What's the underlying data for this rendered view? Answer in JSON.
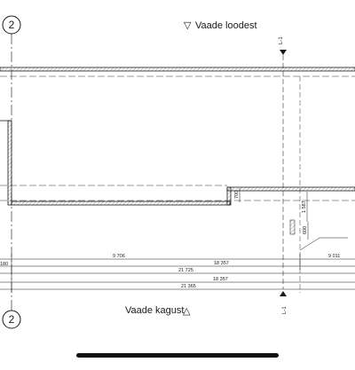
{
  "drawing": {
    "grid_axis": "2",
    "view_top": "Vaade loodest",
    "view_bottom": "Vaade kagust",
    "view_top_symbol": "▽",
    "view_bottom_symbol": "△",
    "section_mark": "L-1",
    "small_dims": {
      "d_700": "700",
      "d_1587": "1 587",
      "d_600": "600",
      "d_180": "180"
    },
    "dims": {
      "d_9706": "9 706",
      "d_18357_a": "18 357",
      "d_9011": "9 011",
      "d_21725": "21 725",
      "d_18357_b": "18 357",
      "d_21365": "21 365"
    },
    "colors": {
      "line": "#1a1a1a",
      "hatch": "#555555",
      "dash": "#333333"
    }
  }
}
